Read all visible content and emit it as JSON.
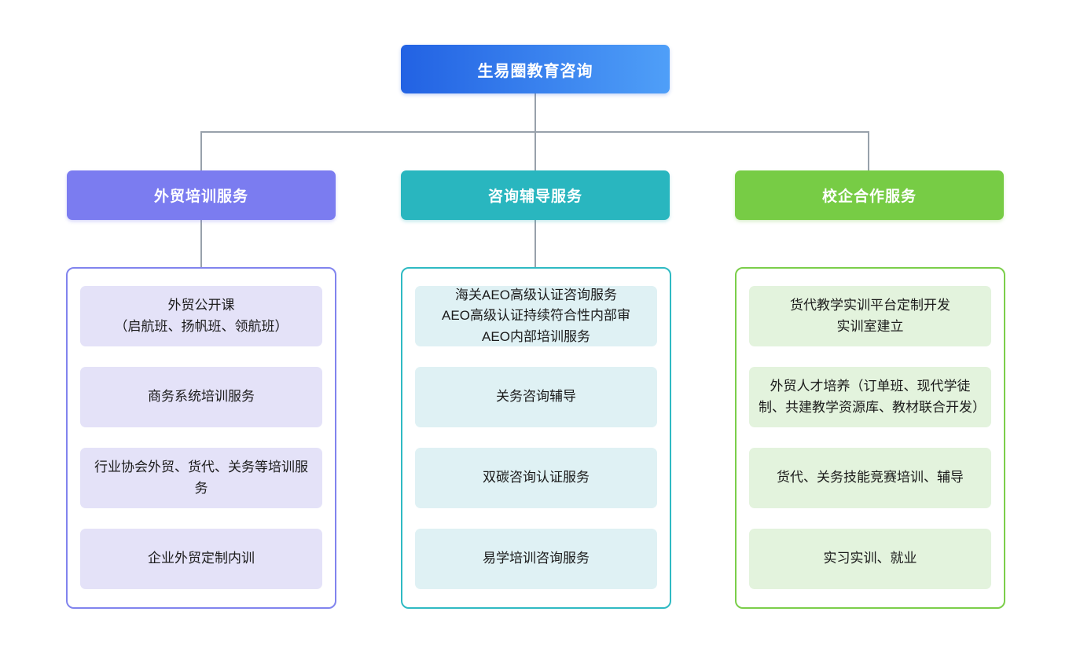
{
  "diagram": {
    "root": {
      "label": "生易圈教育咨询"
    },
    "columns": [
      {
        "header": "外贸培训服务",
        "items": [
          {
            "text": "外贸公开课\n（启航班、扬帆班、领航班）"
          },
          {
            "text": "商务系统培训服务"
          },
          {
            "text": "行业协会外贸、货代、关务等培训服务"
          },
          {
            "text": "企业外贸定制内训"
          }
        ]
      },
      {
        "header": "咨询辅导服务",
        "items": [
          {
            "text": "海关AEO高级认证咨询服务\nAEO高级认证持续符合性内部审\nAEO内部培训服务"
          },
          {
            "text": "关务咨询辅导"
          },
          {
            "text": "双碳咨询认证服务"
          },
          {
            "text": "易学培训咨询服务"
          }
        ]
      },
      {
        "header": "校企合作服务",
        "items": [
          {
            "text": "货代教学实训平台定制开发\n实训室建立"
          },
          {
            "text": "外贸人才培养（订单班、现代学徒制、共建教学资源库、教材联合开发）"
          },
          {
            "text": "货代、关务技能竞赛培训、辅导"
          },
          {
            "text": "实习实训、就业"
          }
        ]
      }
    ],
    "colors": {
      "root-start": "#2262e3",
      "root-end": "#4f9ff8",
      "col1-header": "#7b7cf0",
      "col1-border": "#8184ee",
      "col1-item": "#e4e2f8",
      "col2-header": "#29b6bf",
      "col2-border": "#2fbac3",
      "col2-item": "#dff1f4",
      "col3-header": "#77cc45",
      "col3-border": "#7bce4a",
      "col3-item": "#e3f3dd",
      "connector": "#98a1ab",
      "item-text": "#1b1b1b"
    }
  }
}
